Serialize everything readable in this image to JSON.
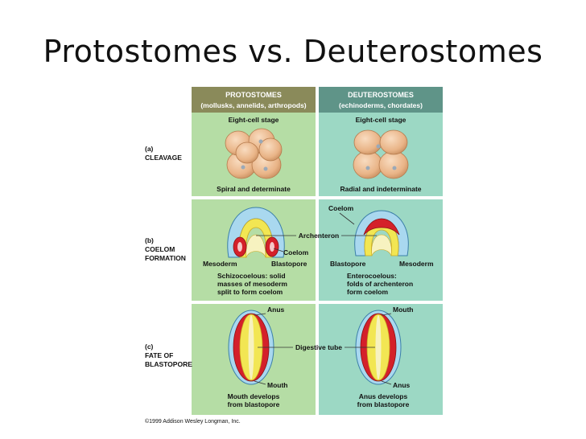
{
  "title": "Protostomes vs. Deuterostomes",
  "header": {
    "protostomes": {
      "name": "PROTOSTOMES",
      "examples": "(mollusks, annelids, arthropods)"
    },
    "deuterostomes": {
      "name": "DEUTEROSTOMES",
      "examples": "(echinoderms, chordates)"
    }
  },
  "rows": {
    "a": {
      "letter": "(a)",
      "line1": "CLEAVAGE",
      "line2": ""
    },
    "b": {
      "letter": "(b)",
      "line1": "COELOM",
      "line2": "FORMATION"
    },
    "c": {
      "letter": "(c)",
      "line1": "FATE OF",
      "line2": "BLASTOPORE"
    }
  },
  "cleavage": {
    "proto_top": "Eight-cell stage",
    "deut_top": "Eight-cell stage",
    "proto_bottom": "Spiral and determinate",
    "deut_bottom": "Radial and indeterminate"
  },
  "coelom": {
    "coelom_top": "Coelom",
    "archenteron": "Archenteron",
    "coelom_right": "Coelom",
    "mesoderm_left": "Mesoderm",
    "blastopore_left": "Blastopore",
    "blastopore_right": "Blastopore",
    "mesoderm_right": "Mesoderm",
    "proto_desc": [
      "Schizocoelous: solid",
      "masses of mesoderm",
      "split to form coelom"
    ],
    "deut_desc": [
      "Enterocoelous:",
      "folds of archenteron",
      "form coelom"
    ]
  },
  "blastopore": {
    "anus_top": "Anus",
    "mouth_top": "Mouth",
    "digestive_tube": "Digestive tube",
    "mouth_bottom": "Mouth",
    "anus_bottom": "Anus",
    "proto_desc": [
      "Mouth develops",
      "from blastopore"
    ],
    "deut_desc": [
      "Anus develops",
      "from blastopore"
    ]
  },
  "copyright": "©1999 Addison Wesley Longman, Inc.",
  "colors": {
    "proto_header": "#8a8a5a",
    "deut_header": "#5f9488",
    "proto_panel": "#b5dda5",
    "deut_panel": "#9cd8c4",
    "mesoderm": "#d4202a",
    "endoderm": "#f2e653",
    "ectoderm": "#a9d8ef"
  }
}
